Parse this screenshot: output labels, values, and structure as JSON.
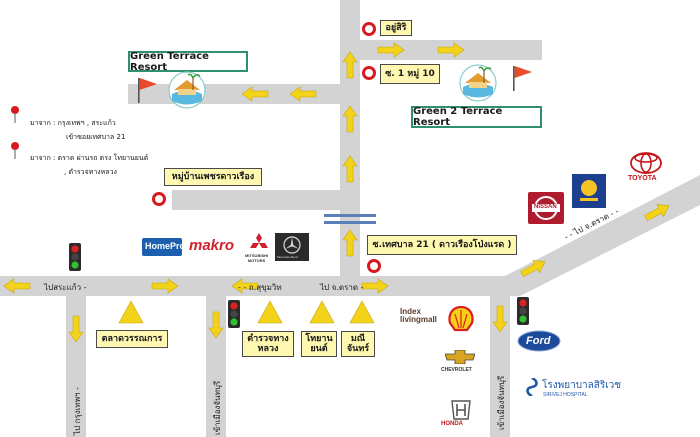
{
  "resorts": {
    "green_terrace": "Green Terrace Resort",
    "green2_terrace": "Green 2 Terrace Resort"
  },
  "landmarks": {
    "yu_siri": "อยู่สิริ",
    "soi1_moo10": "ซ. 1  หมู่ 10",
    "ban_phet": "หมู่บ้านเพชรดาวเรือง",
    "soi_tessaban21": "ซ.เทศบาล 21  ( ดาวเรืองโป่งแรด )",
    "talad_worarat": "ตลาดวรรณการ",
    "tamruat": "ตำรวจทาง\nหลวง",
    "toyota_yont": "โทยาน\nยนต์",
    "mani_chan": "มณี\nจันทร์"
  },
  "notes": {
    "from_bangkok": "มาจาก  :  กรุงเทพฯ , สระแก้ว",
    "from_bangkok_2": "เข้าซอยเทศบาล 21",
    "from_trat": "มาจาก  :  ตราด  ผ่านรถ ตรง โทยานยนต์",
    "from_trat_2": ", ตำรวจทางหลวง"
  },
  "roads": {
    "to_sa_kaeo": "ไปสระแก้ว -",
    "sukhumvit": "- - ถ.สุขุมวิท",
    "to_trat": "ไป  จ.ตราด  -",
    "to_trat_diag": "- -  ไป จ.ตราด - -",
    "to_bangkok": "ไป กรุงเทพฯ -",
    "to_chanthaburi_left": "เข้าเมืองจันทบุรี",
    "to_chanthaburi_right": "เข้าเมืองจันทบุรี"
  },
  "brands": {
    "homepro": "HomePro",
    "makro": "makro",
    "mitsubishi": "MITSUBISHI\nMOTORS",
    "mercedes": "Mercedes-Benz",
    "nissan": "NISSAN",
    "toyota": "TOYOTA",
    "index": "Index\nlivingmall",
    "chevrolet": "CHEVROLET",
    "ford": "Ford",
    "honda": "HONDA",
    "sirivej": "โรงพยาบาลสิริเวช",
    "sirivej_en": "SIRIVEJ HOSPITAL"
  },
  "colors": {
    "road": "#d3d3d3",
    "arrow": "#f3d21a",
    "marker_red": "#d71920",
    "resort_border": "#2f8f6f",
    "yellow_box": "#fff8b0"
  }
}
